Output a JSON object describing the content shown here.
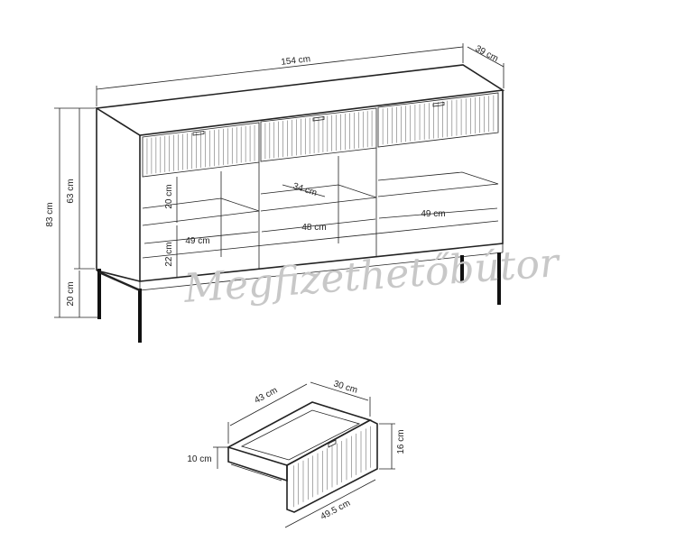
{
  "dimensions": {
    "width": "154 cm",
    "depth": "39 cm",
    "total_height": "83 cm",
    "body_height": "63 cm",
    "leg_height": "20 cm",
    "shelf_depth": "34 cm",
    "upper_shelf_height": "20 cm",
    "lower_shelf_height": "22 cm",
    "left_width": "49 cm",
    "middle_width": "48 cm",
    "right_width": "49 cm"
  },
  "drawer": {
    "inner_length": "43 cm",
    "inner_width": "30 cm",
    "front_height": "16 cm",
    "side_height": "10 cm",
    "front_width": "49.5 cm"
  },
  "watermark": "Megfizethetőbútor",
  "colors": {
    "line": "#222222",
    "watermark": "#c8c8c8",
    "background": "#ffffff"
  }
}
